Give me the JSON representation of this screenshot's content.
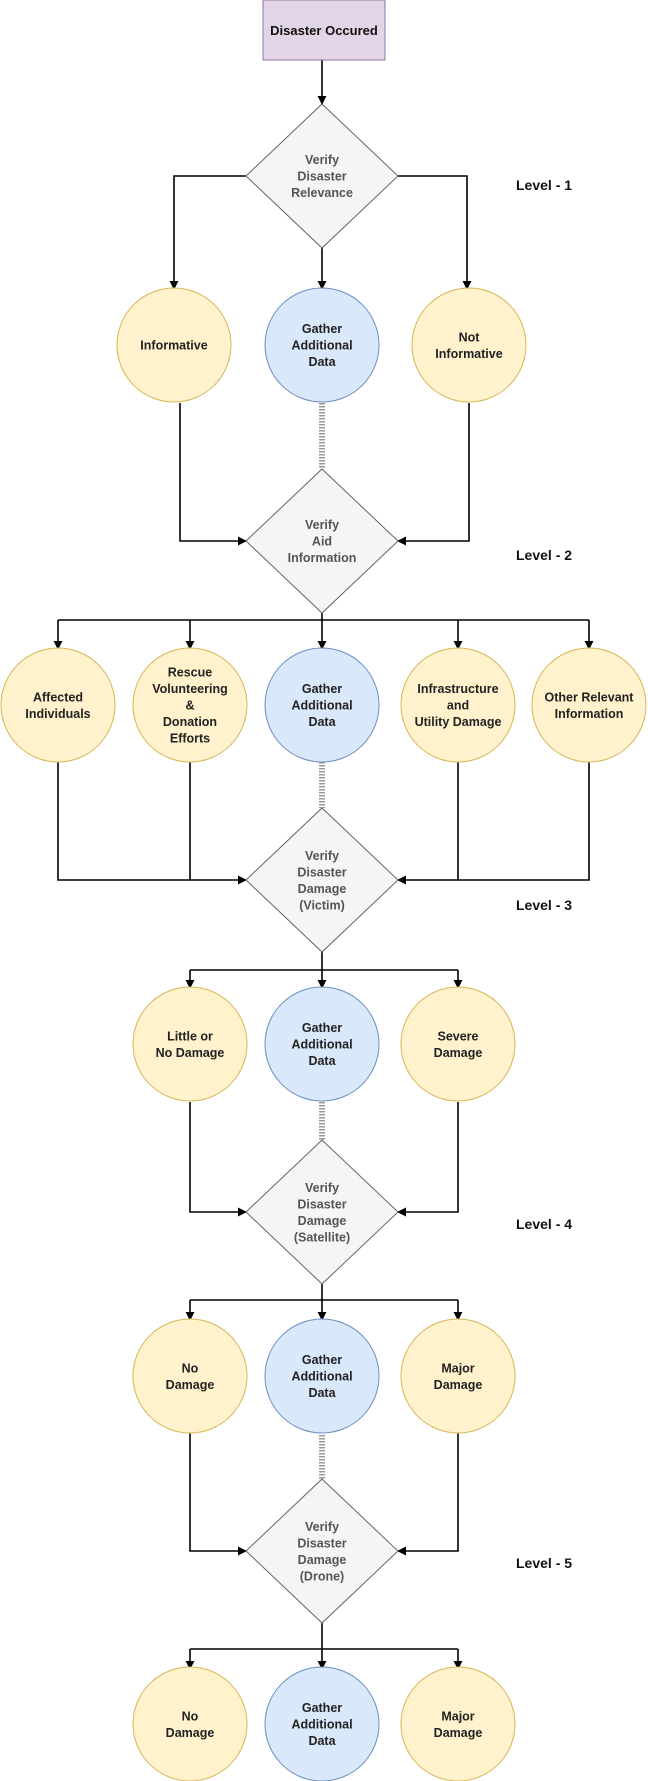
{
  "colors": {
    "start_fill": "#e1d5e7",
    "start_stroke": "#9673a6",
    "decision_fill": "#f5f5f5",
    "decision_stroke": "#666666",
    "outcome_fill": "#fff2cc",
    "outcome_stroke": "#d6b656",
    "gather_fill": "#dae8fc",
    "gather_stroke": "#6c8ebf"
  },
  "start": {
    "label": "Disaster Occured"
  },
  "levels": {
    "l1": "Level - 1",
    "l2": "Level - 2",
    "l3": "Level - 3",
    "l4": "Level - 4",
    "l5": "Level - 5"
  },
  "decisions": {
    "d1": [
      "Verify",
      "Disaster",
      "Relevance"
    ],
    "d2": [
      "Verify",
      "Aid",
      "Information"
    ],
    "d3": [
      "Verify",
      "Disaster",
      "Damage",
      "(Victim)"
    ],
    "d4": [
      "Verify",
      "Disaster",
      "Damage",
      "(Satellite)"
    ],
    "d5": [
      "Verify",
      "Disaster",
      "Damage",
      "(Drone)"
    ]
  },
  "outcomes": {
    "informative": [
      "Informative"
    ],
    "not_informative": [
      "Not",
      "Informative"
    ],
    "affected": [
      "Affected",
      "Individuals"
    ],
    "rescue": [
      "Rescue",
      "Volunteering",
      "&",
      "Donation",
      "Efforts"
    ],
    "infrastructure": [
      "Infrastructure",
      "and",
      "Utility Damage"
    ],
    "other": [
      "Other Relevant",
      "Information"
    ],
    "little_damage": [
      "Little or",
      "No Damage"
    ],
    "severe": [
      "Severe",
      "Damage"
    ],
    "no_damage_4": [
      "No",
      "Damage"
    ],
    "major_4": [
      "Major",
      "Damage"
    ],
    "no_damage_5": [
      "No",
      "Damage"
    ],
    "major_5": [
      "Major",
      "Damage"
    ]
  },
  "gather": [
    "Gather",
    "Additional",
    "Data"
  ]
}
